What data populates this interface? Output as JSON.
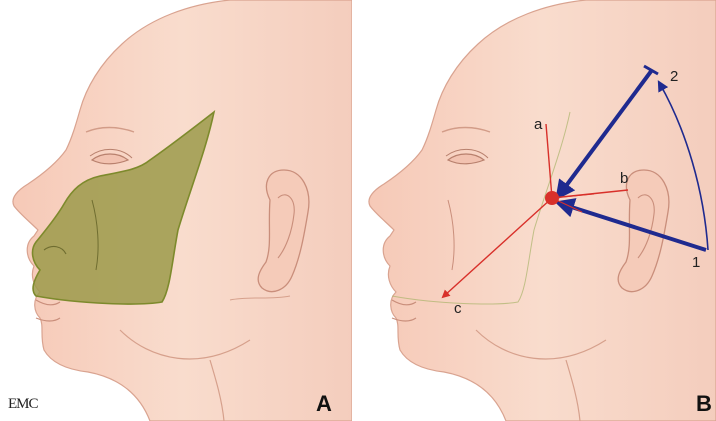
{
  "logo_text": "EMC",
  "panel_a": {
    "label": "A"
  },
  "panel_b": {
    "label": "B",
    "vector_labels": {
      "a": "a",
      "b": "b",
      "c": "c"
    },
    "arrow_labels": {
      "one": "1",
      "two": "2"
    }
  },
  "colors": {
    "skin": "#f7d3c3",
    "skin_shadow": "#ecb8a6",
    "outline": "#c98e7b",
    "zone_fill": "#9c9a4a",
    "zone_stroke": "#7d8a2c",
    "vector_red": "#d8302a",
    "arrow_blue": "#1f2a8f"
  },
  "icons": [
    "face-profile",
    "affected-zone",
    "force-vectors"
  ]
}
